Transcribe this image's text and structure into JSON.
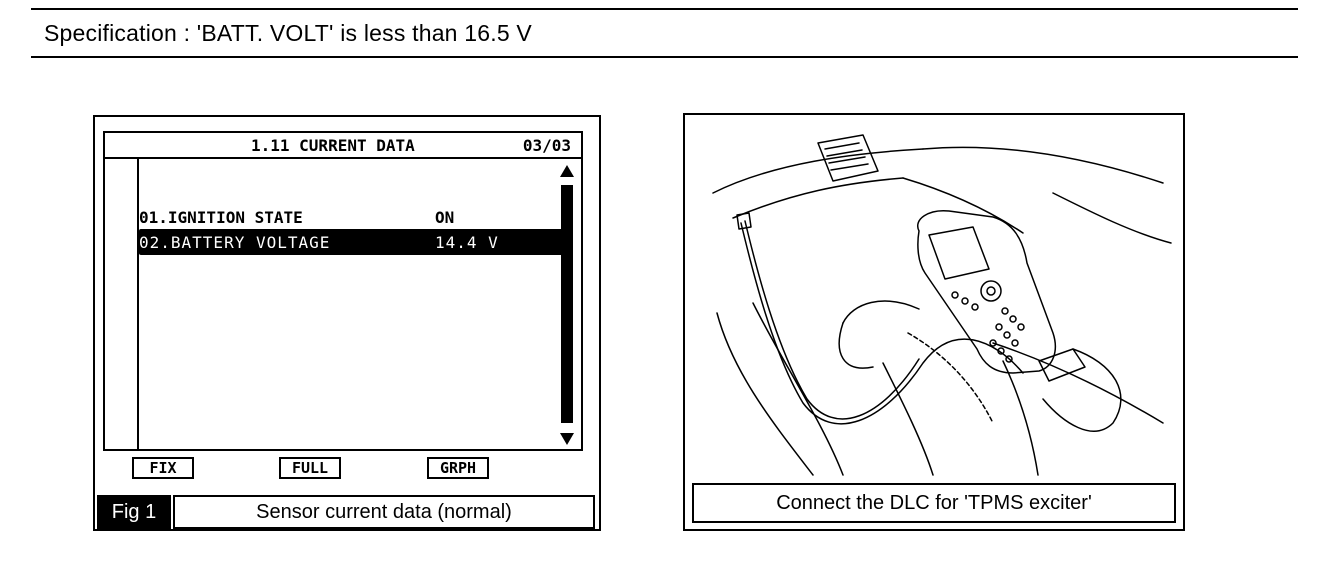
{
  "specification": "Specification : 'BATT. VOLT' is less than 16.5 V",
  "figure1": {
    "screen": {
      "title": "1.11 CURRENT DATA",
      "page": "03/03",
      "rows": [
        {
          "name": "01.IGNITION STATE",
          "value": "ON"
        },
        {
          "name": "02.BATTERY VOLTAGE",
          "value": "14.4 V"
        }
      ],
      "function_keys": [
        "FIX",
        "FULL",
        "GRPH"
      ]
    },
    "tag": "Fig 1",
    "caption": "Sensor current data (normal)"
  },
  "figure2": {
    "caption": "Connect the DLC for 'TPMS exciter'"
  }
}
